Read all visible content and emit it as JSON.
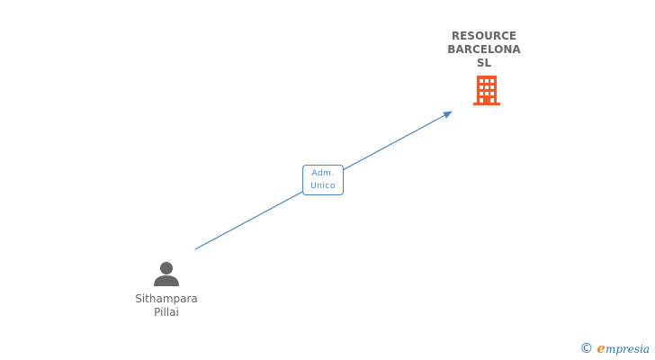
{
  "company": {
    "name_lines": [
      "RESOURCE",
      "BARCELONA",
      "SL"
    ],
    "icon": "building-icon",
    "icon_color": "#f05a28"
  },
  "person": {
    "name_lines": [
      "Sithampara",
      "Pillai"
    ],
    "icon": "person-icon",
    "icon_color": "#666666"
  },
  "relation": {
    "role_lines": [
      "Adm.",
      "Unico"
    ],
    "color": "#4a86c8"
  },
  "footer": {
    "copyright_symbol": "©",
    "brand_initial": "e",
    "brand_rest": "mpresia"
  }
}
